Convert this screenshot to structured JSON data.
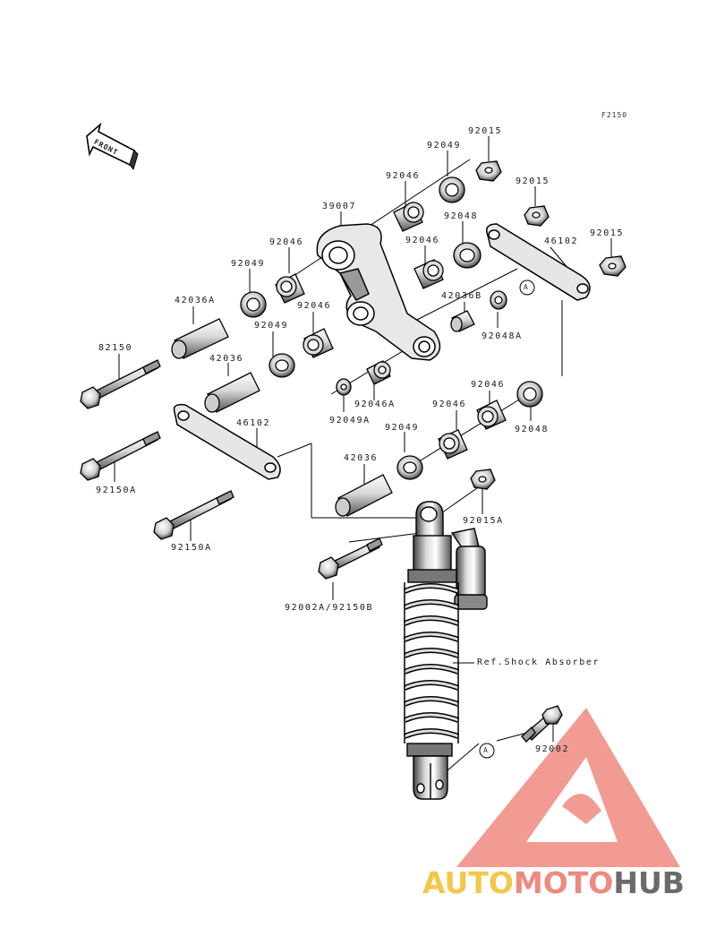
{
  "figure_code": "F2150",
  "front_label": "FRONT",
  "ref_label": "Ref.Shock Absorber",
  "callout_letter": "A",
  "part_labels": {
    "p92015_top": "92015",
    "p92049_top": "92049",
    "p92046_top": "92046",
    "p92015_mid": "92015",
    "p39007": "39007",
    "p92048_top": "92048",
    "p92015_right": "92015",
    "p92046_mid": "92046",
    "p46102_right": "46102",
    "p92046_left": "92046",
    "p92049_left": "92049",
    "p42036A": "42036A",
    "p42036B": "42036B",
    "p92048A": "92048A",
    "p92046_center": "92046",
    "p92049_center": "92049",
    "p82150": "82150",
    "p42036_left": "42036",
    "p92049A": "92049A",
    "p92046A": "92046A",
    "p92046_low": "92046",
    "p92048_low": "92048",
    "p46102_left": "46102",
    "p92049_low": "92049",
    "p42036_low": "42036",
    "p92150A_1": "92150A",
    "p92150A_2": "92150A",
    "p92015A": "92015A",
    "p92002A": "92002A/92150B",
    "p92002": "92002"
  },
  "watermark": {
    "part1": "AUTO",
    "part2": "MOTO",
    "part3": "HUB",
    "colors": {
      "auto": "#f3c74a",
      "moto": "#ef8a80",
      "hub": "#6b6b6b",
      "triangle": "#ef8a80"
    }
  }
}
